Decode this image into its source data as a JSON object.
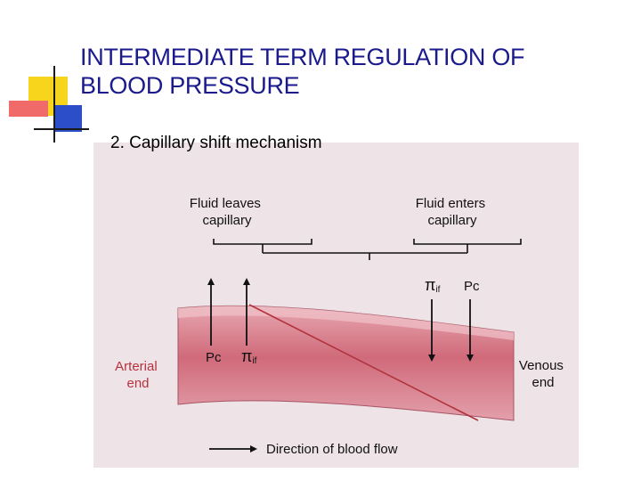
{
  "slide": {
    "title_line1": "INTERMEDIATE  TERM REGULATION OF",
    "title_line2": "BLOOD PRESSURE",
    "subtitle": "2. Capillary shift mechanism"
  },
  "figure": {
    "fluid_leaves": [
      "Fluid leaves",
      "capillary"
    ],
    "fluid_enters": [
      "Fluid enters",
      "capillary"
    ],
    "arterial_end": [
      "Arterial",
      "end"
    ],
    "venous_end": [
      "Venous",
      "end"
    ],
    "pc_label": "Pc",
    "pi_symbol": "π",
    "pi_subscript": "if",
    "flow_label": "Direction of blood flow"
  },
  "colors": {
    "title": "#1a1a8c",
    "accent_yellow": "#f6d51c",
    "accent_blue": "#2d4ec9",
    "accent_red": "#e64848",
    "vessel": "#d5828e",
    "arterial_text": "#b6323d"
  }
}
